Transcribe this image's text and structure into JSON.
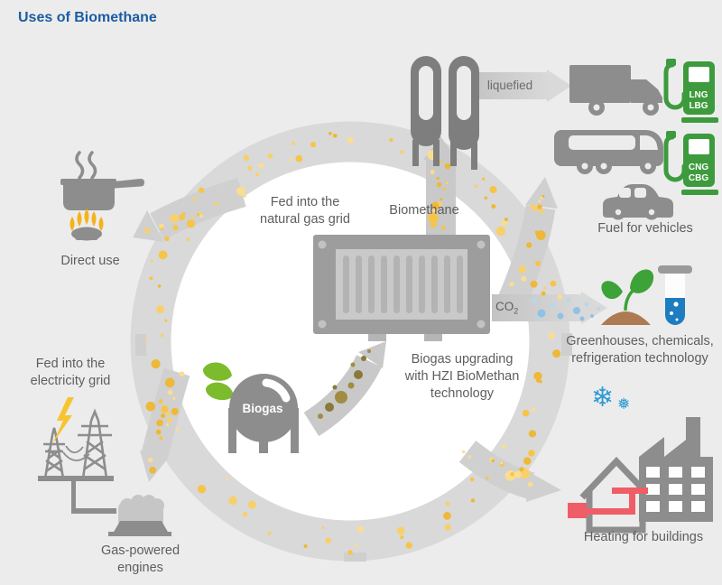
{
  "title": "Uses of Biomethane",
  "colors": {
    "background": "#ececec",
    "title_blue": "#1c5ca4",
    "ring_gray": "#d9d9d9",
    "icon_gray": "#8d8d8d",
    "dot_yellow": "#f6c547",
    "pump_green": "#3d9b3d",
    "leaf_green": "#7cbb2c",
    "tube_blue": "#1d7dc1",
    "snow_blue": "#2d9ad3",
    "pipe_red": "#ef5d66",
    "soil_brown": "#ad7a52",
    "text_gray": "#5e5e5e"
  },
  "center": {
    "fed_gas_line1": "Fed into the",
    "fed_gas_line2": "natural gas grid",
    "biomethane_label": "Biomethane",
    "biogas_tank_label": "Biogas",
    "process_line1": "Biogas upgrading",
    "process_line2": "with HZI BioMethan",
    "process_line3": "technology"
  },
  "flows": {
    "liquefied_label": "liquefied",
    "co2_label": "CO",
    "co2_sub": "2"
  },
  "uses": {
    "direct_use": "Direct use",
    "fuel_vehicles": "Fuel for vehicles",
    "greenhouses_line1": "Greenhouses, chemicals,",
    "greenhouses_line2": "refrigeration technology",
    "heating": "Heating for buildings",
    "electricity_line1": "Fed into the",
    "electricity_line2": "electricity grid",
    "engines_line1": "Gas-powered",
    "engines_line2": "engines"
  },
  "fuel_pumps": {
    "lng": "LNG",
    "lbg": "LBG",
    "cng": "CNG",
    "cbg": "CBG"
  }
}
